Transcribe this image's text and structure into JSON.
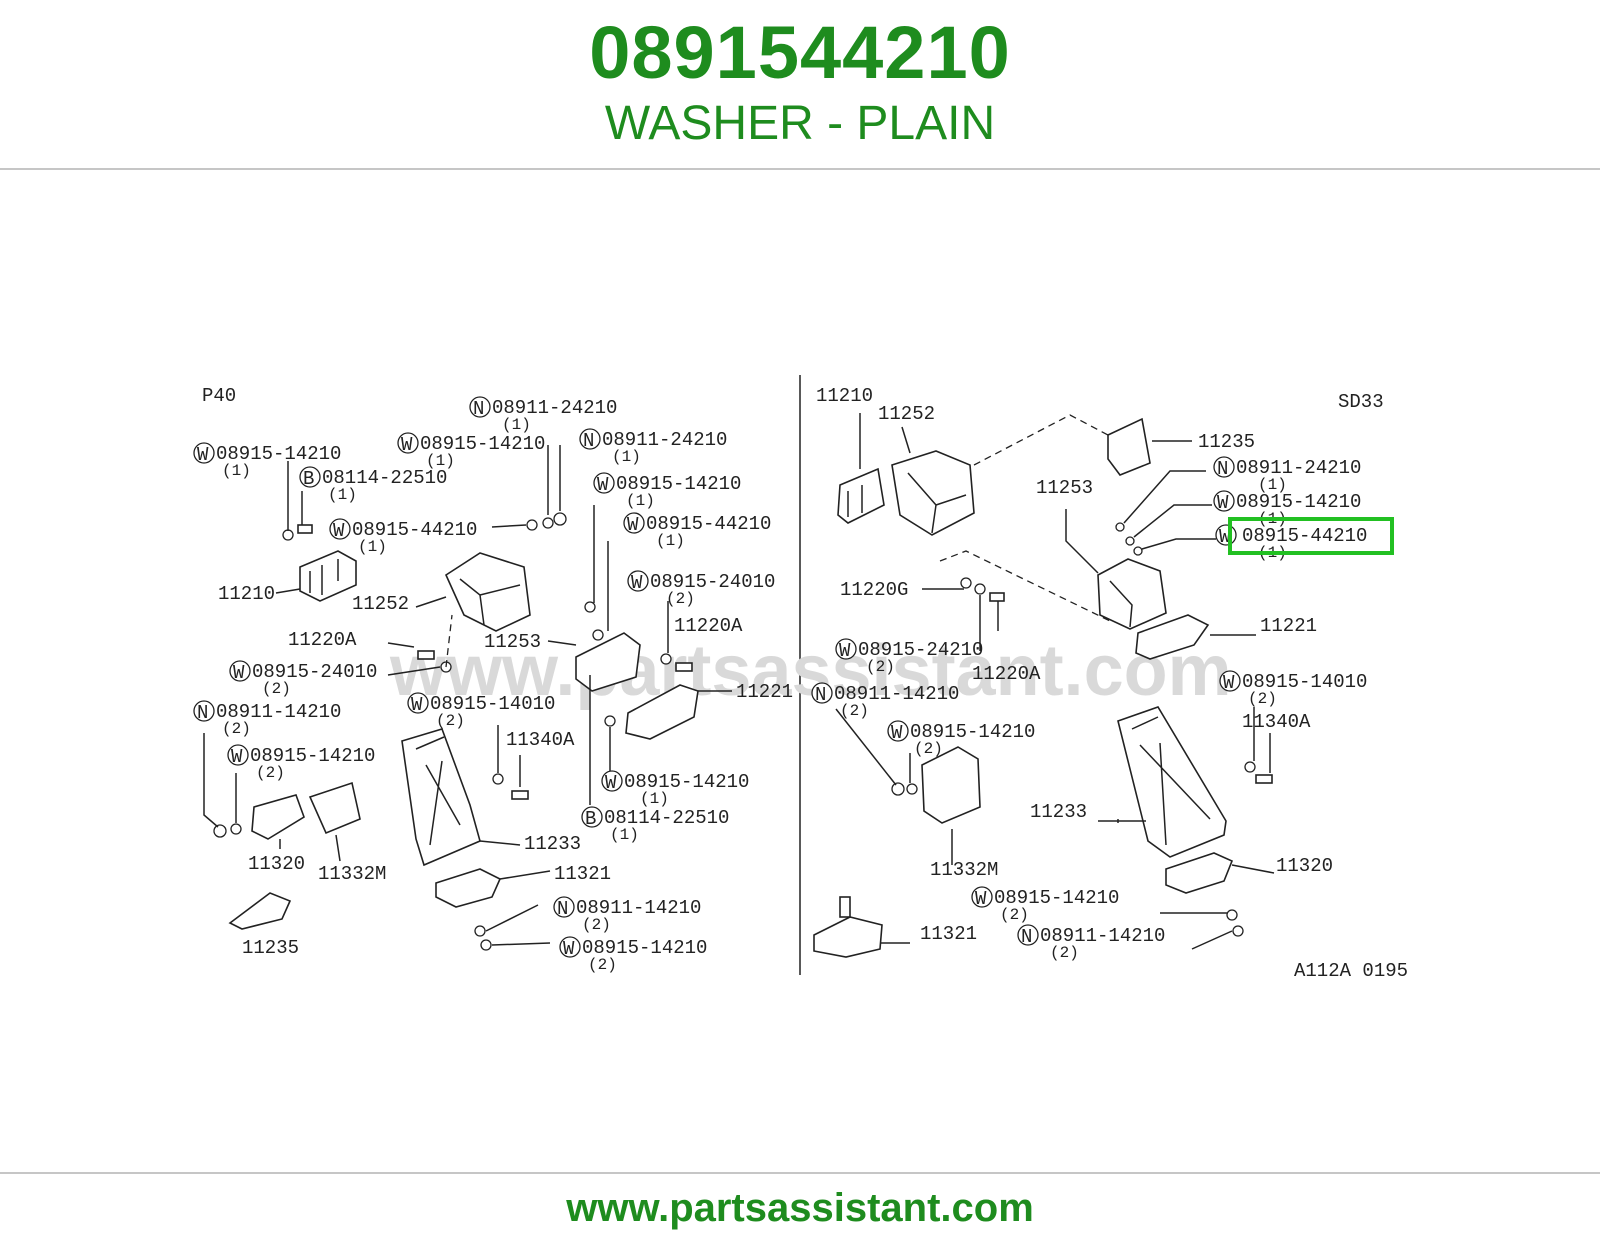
{
  "header": {
    "part_number": "0891544210",
    "part_name": "WASHER - PLAIN"
  },
  "footer": {
    "url": "www.partsassistant.com"
  },
  "diagram": {
    "watermark": "www.partsassistant.com",
    "code_left": "P40",
    "code_right": "SD33",
    "figure_id": "A112A 0195",
    "highlighted_part": "08915-44210",
    "labels": {
      "l_11210": "11210",
      "l_11252": "11252",
      "l_11253": "11253",
      "l_11221": "11221",
      "l_11220a": "11220A",
      "l_11220a_b": "11220A",
      "l_11340a": "11340A",
      "l_11233": "11233",
      "l_11321": "11321",
      "l_11320": "11320",
      "l_11332m": "11332M",
      "l_11235": "11235",
      "r_11210": "11210",
      "r_11252": "11252",
      "r_11235": "11235",
      "r_11253": "11253",
      "r_11220g": "11220G",
      "r_11220a": "11220A",
      "r_11221": "11221",
      "r_11340a": "11340A",
      "r_11233": "11233",
      "r_11332m": "11332M",
      "r_11320": "11320",
      "r_11321": "11321"
    },
    "callouts": {
      "l_w1": {
        "prefix": "W",
        "pn": "08915-14210",
        "qty": "(1)"
      },
      "l_b1": {
        "prefix": "B",
        "pn": "08114-22510",
        "qty": "(1)"
      },
      "l_w2": {
        "prefix": "W",
        "pn": "08915-44210",
        "qty": "(1)"
      },
      "l_n1": {
        "prefix": "N",
        "pn": "08911-24210",
        "qty": "(1)"
      },
      "l_w3": {
        "prefix": "W",
        "pn": "08915-14210",
        "qty": "(1)"
      },
      "l_n2": {
        "prefix": "N",
        "pn": "08911-24210",
        "qty": "(1)"
      },
      "l_w4": {
        "prefix": "W",
        "pn": "08915-14210",
        "qty": "(1)"
      },
      "l_w5": {
        "prefix": "W",
        "pn": "08915-44210",
        "qty": "(1)"
      },
      "l_w6": {
        "prefix": "W",
        "pn": "08915-24010",
        "qty": "(2)"
      },
      "l_w7": {
        "prefix": "W",
        "pn": "08915-24010",
        "qty": "(2)"
      },
      "l_w8": {
        "prefix": "W",
        "pn": "08915-14010",
        "qty": "(2)"
      },
      "l_n3": {
        "prefix": "N",
        "pn": "08911-14210",
        "qty": "(2)"
      },
      "l_w9": {
        "prefix": "W",
        "pn": "08915-14210",
        "qty": "(2)"
      },
      "l_w10": {
        "prefix": "W",
        "pn": "08915-14210",
        "qty": "(1)"
      },
      "l_b2": {
        "prefix": "B",
        "pn": "08114-22510",
        "qty": "(1)"
      },
      "l_n4": {
        "prefix": "N",
        "pn": "08911-14210",
        "qty": "(2)"
      },
      "l_w11": {
        "prefix": "W",
        "pn": "08915-14210",
        "qty": "(2)"
      },
      "r_n1": {
        "prefix": "N",
        "pn": "08911-24210",
        "qty": "(1)"
      },
      "r_w1": {
        "prefix": "W",
        "pn": "08915-14210",
        "qty": "(1)"
      },
      "r_w2": {
        "prefix": "W",
        "pn": "08915-44210",
        "qty": "(1)"
      },
      "r_w3": {
        "prefix": "W",
        "pn": "08915-24210",
        "qty": "(2)"
      },
      "r_n2": {
        "prefix": "N",
        "pn": "08911-14210",
        "qty": "(2)"
      },
      "r_w4": {
        "prefix": "W",
        "pn": "08915-14210",
        "qty": "(2)"
      },
      "r_w5": {
        "prefix": "W",
        "pn": "08915-14010",
        "qty": "(2)"
      },
      "r_w6": {
        "prefix": "W",
        "pn": "08915-14210",
        "qty": "(2)"
      },
      "r_n3": {
        "prefix": "N",
        "pn": "08911-14210",
        "qty": "(2)"
      }
    }
  }
}
